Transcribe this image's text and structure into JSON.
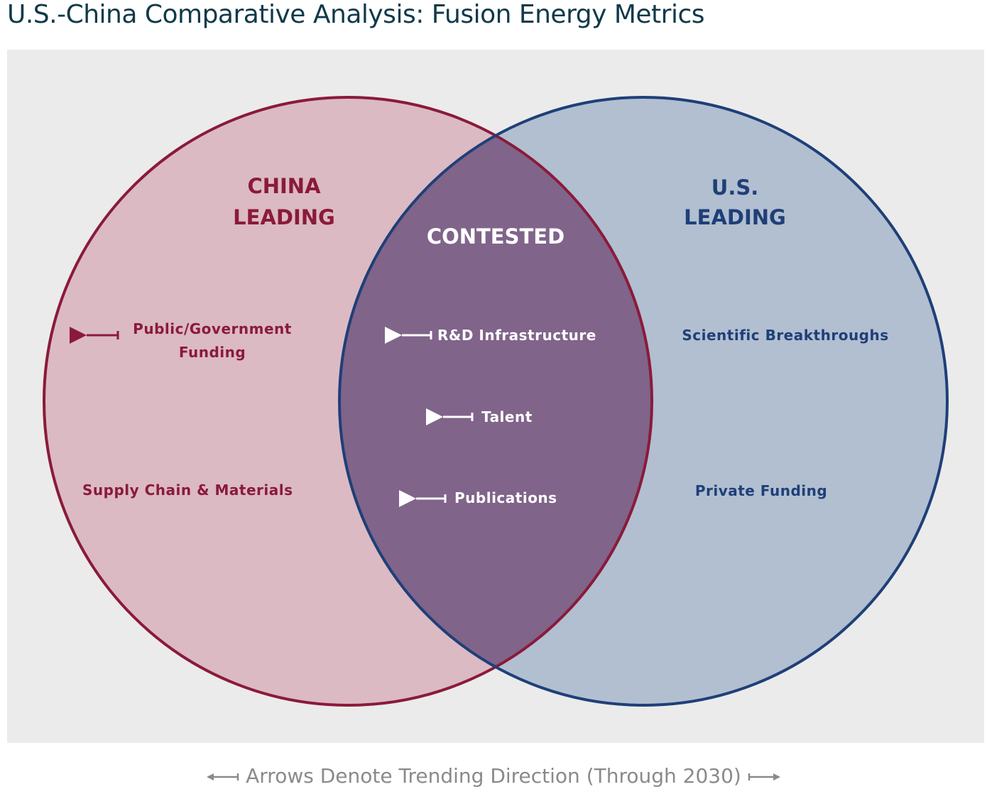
{
  "title": "U.S.-China Comparative Analysis: Fusion Energy Metrics",
  "colors": {
    "china": "#8b1a3a",
    "china_fill": "#dbbac4",
    "us": "#1f3f78",
    "us_fill": "#b1bfd1",
    "overlap": "#80648a"
  },
  "china": {
    "heading_line1": "CHINA",
    "heading_line2": "LEADING",
    "items": [
      {
        "label_line1": "Public/Government",
        "label_line2": "Funding",
        "arrow": "left"
      },
      {
        "label": "Supply Chain & Materials"
      }
    ]
  },
  "contested": {
    "heading": "CONTESTED",
    "items": [
      {
        "label": "R&D Infrastructure",
        "arrow": "left"
      },
      {
        "label": "Talent",
        "arrow": "left"
      },
      {
        "label": "Publications",
        "arrow": "left"
      }
    ]
  },
  "us": {
    "heading_line1": "U.S.",
    "heading_line2": "LEADING",
    "items": [
      {
        "label": "Scientific Breakthroughs"
      },
      {
        "label": "Private Funding"
      }
    ]
  },
  "legend": {
    "text": "Arrows Denote Trending Direction (Through 2030)"
  }
}
